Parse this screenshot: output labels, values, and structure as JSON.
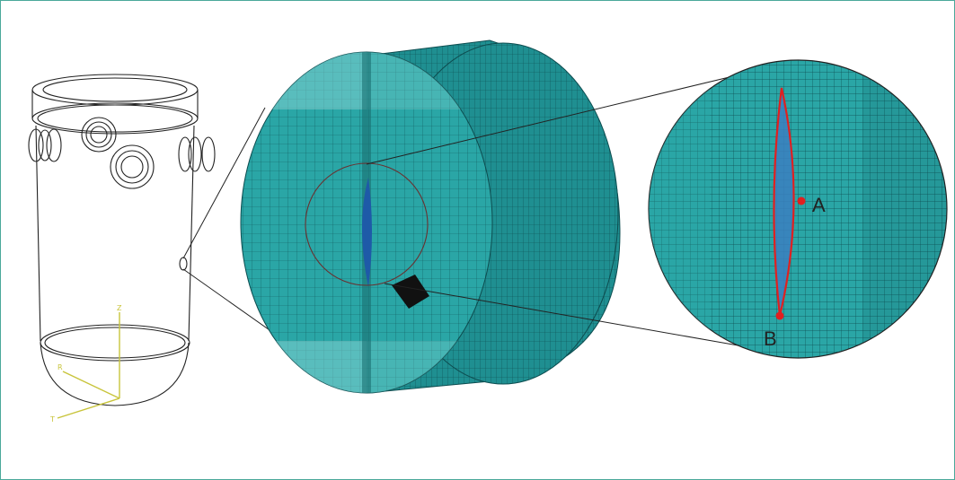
{
  "colors": {
    "frame": "#4aa99a",
    "mesh_fill": "#2aa6a6",
    "mesh_light": "#7fd0cf",
    "mesh_line": "#0d4d50",
    "mesh_dark": "#1a6f72",
    "crack": "#1e5aa8",
    "highlight": "#e02020",
    "axis": "#c8c43a",
    "outline": "#222222"
  },
  "axes": {
    "z_label": "Z",
    "r_label": "R",
    "t_label": "T"
  },
  "labels": {
    "point_a": "A",
    "point_b": "B"
  }
}
